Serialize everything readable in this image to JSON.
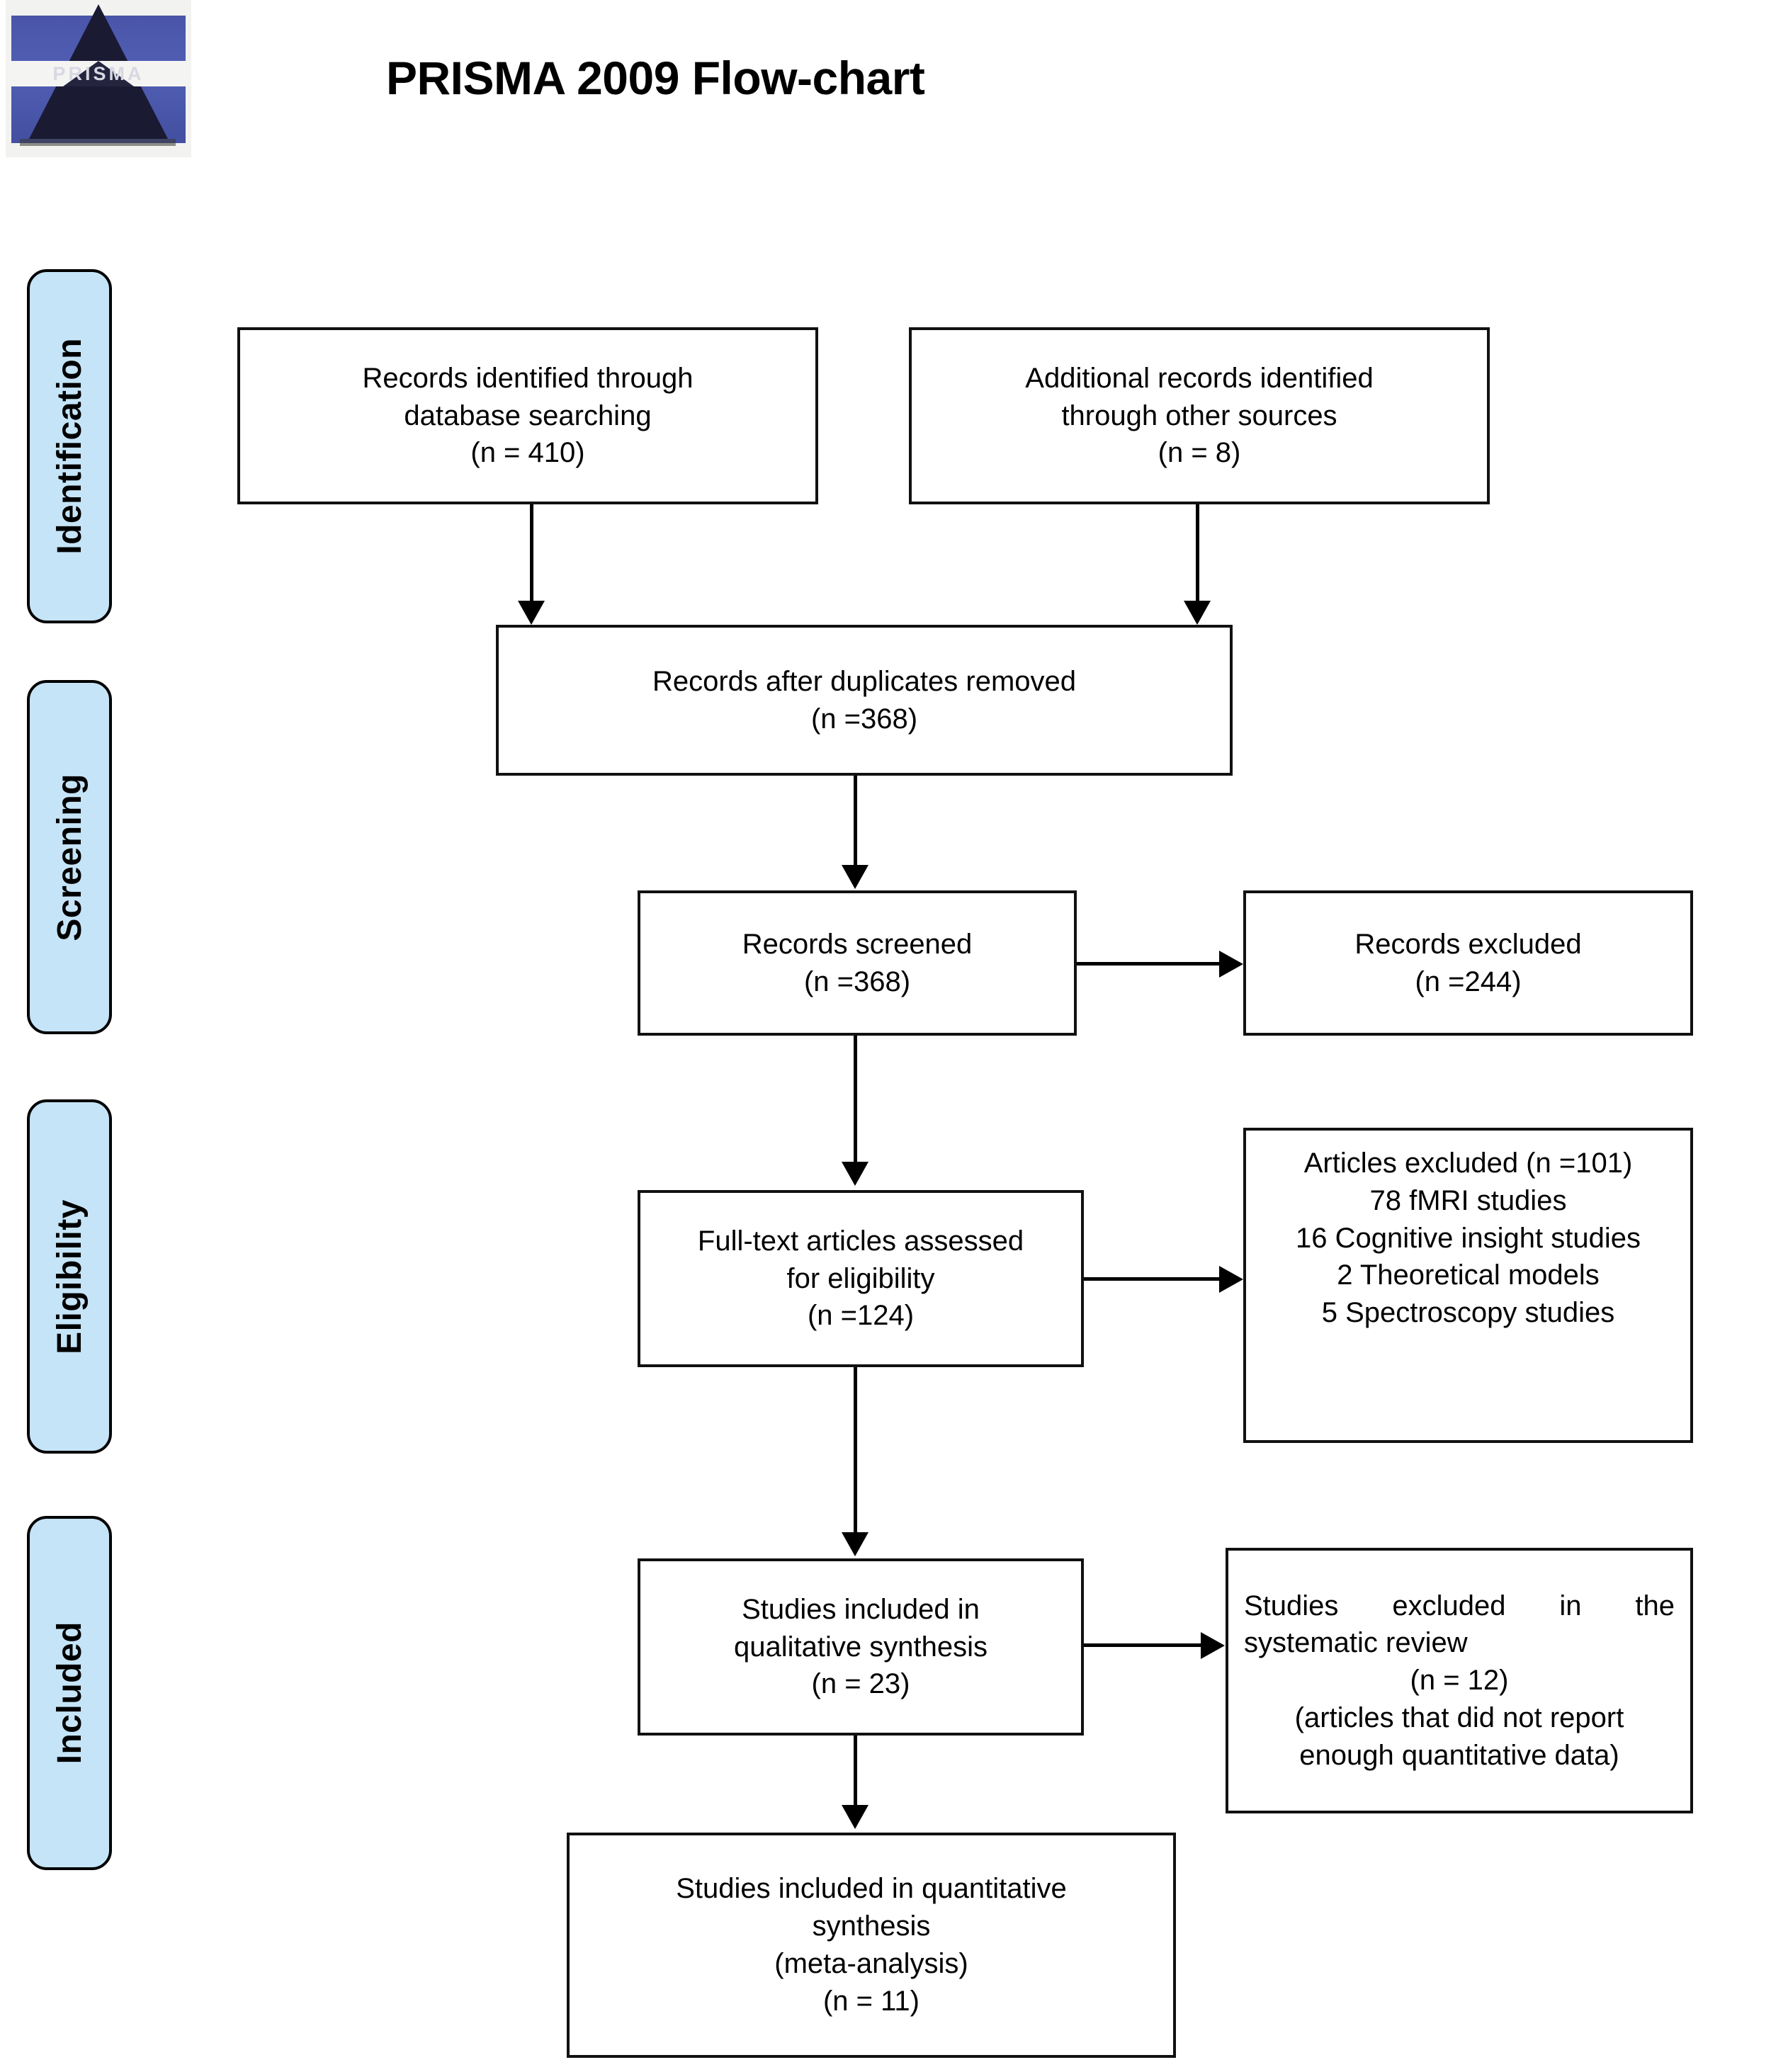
{
  "header": {
    "title": "PRISMA 2009 Flow-chart",
    "logo_text": "PRISMA",
    "logo_alt": "prisma-logo"
  },
  "stages": [
    {
      "key": "identification",
      "label": "Identification"
    },
    {
      "key": "screening",
      "label": "Screening"
    },
    {
      "key": "eligibility",
      "label": "Eligibility"
    },
    {
      "key": "included",
      "label": "Included"
    }
  ],
  "chart_data": {
    "type": "diagram",
    "title": "PRISMA 2009 Flow-chart",
    "nodes": [
      {
        "id": "db-search",
        "lines": [
          "Records identified through",
          "database searching",
          "(n = 410)"
        ],
        "n": 410
      },
      {
        "id": "other-sources",
        "lines": [
          "Additional records identified",
          "through other sources",
          "(n = 8)"
        ],
        "n": 8
      },
      {
        "id": "duplicates-removed",
        "lines": [
          "Records after duplicates removed",
          "(n =368)"
        ],
        "n": 368
      },
      {
        "id": "records-screened",
        "lines": [
          "Records screened",
          "(n =368)"
        ],
        "n": 368
      },
      {
        "id": "records-excluded",
        "lines": [
          "Records excluded",
          "(n =244)"
        ],
        "n": 244
      },
      {
        "id": "fulltext-assessed",
        "lines": [
          "Full-text articles assessed",
          "for eligibility",
          "(n =124)"
        ],
        "n": 124
      },
      {
        "id": "articles-excluded",
        "lines": [
          "Articles excluded (n =101)",
          "78 fMRI studies",
          "16 Cognitive insight studies",
          "2 Theoretical models",
          "5 Spectroscopy studies"
        ],
        "n": 101
      },
      {
        "id": "qualitative-synthesis",
        "lines": [
          "Studies included in",
          "qualitative synthesis",
          "(n = 23)"
        ],
        "n": 23
      },
      {
        "id": "studies-excluded",
        "lines": [
          "Studies excluded in the",
          "systematic review",
          "(n = 12)",
          "(articles that did not report",
          "enough quantitative data)"
        ],
        "n": 12
      },
      {
        "id": "quantitative-synthesis",
        "lines": [
          "Studies included in quantitative",
          "synthesis",
          "(meta-analysis)",
          "(n = 11)"
        ],
        "n": 11
      }
    ],
    "edges": [
      {
        "from": "db-search",
        "to": "duplicates-removed"
      },
      {
        "from": "other-sources",
        "to": "duplicates-removed"
      },
      {
        "from": "duplicates-removed",
        "to": "records-screened"
      },
      {
        "from": "records-screened",
        "to": "records-excluded"
      },
      {
        "from": "records-screened",
        "to": "fulltext-assessed"
      },
      {
        "from": "fulltext-assessed",
        "to": "articles-excluded"
      },
      {
        "from": "fulltext-assessed",
        "to": "qualitative-synthesis"
      },
      {
        "from": "qualitative-synthesis",
        "to": "studies-excluded"
      },
      {
        "from": "qualitative-synthesis",
        "to": "quantitative-synthesis"
      }
    ]
  },
  "boxes": {
    "db_search": {
      "line1": "Records identified through",
      "line2": "database searching",
      "line3": "(n = 410)"
    },
    "other_sources": {
      "line1": "Additional records identified",
      "line2": "through other sources",
      "line3": "(n = 8)"
    },
    "duplicates_removed": {
      "line1": "Records after duplicates removed",
      "line2": "(n =368)"
    },
    "records_screened": {
      "line1": "Records screened",
      "line2": "(n =368)"
    },
    "records_excluded": {
      "line1": "Records excluded",
      "line2": "(n =244)"
    },
    "fulltext_assessed": {
      "line1": "Full-text articles assessed",
      "line2": "for eligibility",
      "line3": "(n =124)"
    },
    "articles_excluded": {
      "line1": "Articles excluded (n =101)",
      "line2": "78 fMRI studies",
      "line3": "16 Cognitive insight studies",
      "line4": "2 Theoretical models",
      "line5": "5 Spectroscopy studies"
    },
    "qualitative_synthesis": {
      "line1": "Studies included in",
      "line2": "qualitative synthesis",
      "line3": "(n = 23)"
    },
    "studies_excluded": {
      "line1": "Studies excluded in the",
      "line2": "systematic review",
      "line3": "(n = 12)",
      "line4": "(articles that did not report",
      "line5": "enough quantitative data)"
    },
    "quantitative_synthesis": {
      "line1": "Studies included in quantitative",
      "line2": "synthesis",
      "line3": "(meta-analysis)",
      "line4": "(n = 11)"
    }
  },
  "colors": {
    "stage_fill": "#c5e4f7",
    "border": "#111111",
    "logo_blue": "#4a55a8",
    "text": "#000000"
  }
}
